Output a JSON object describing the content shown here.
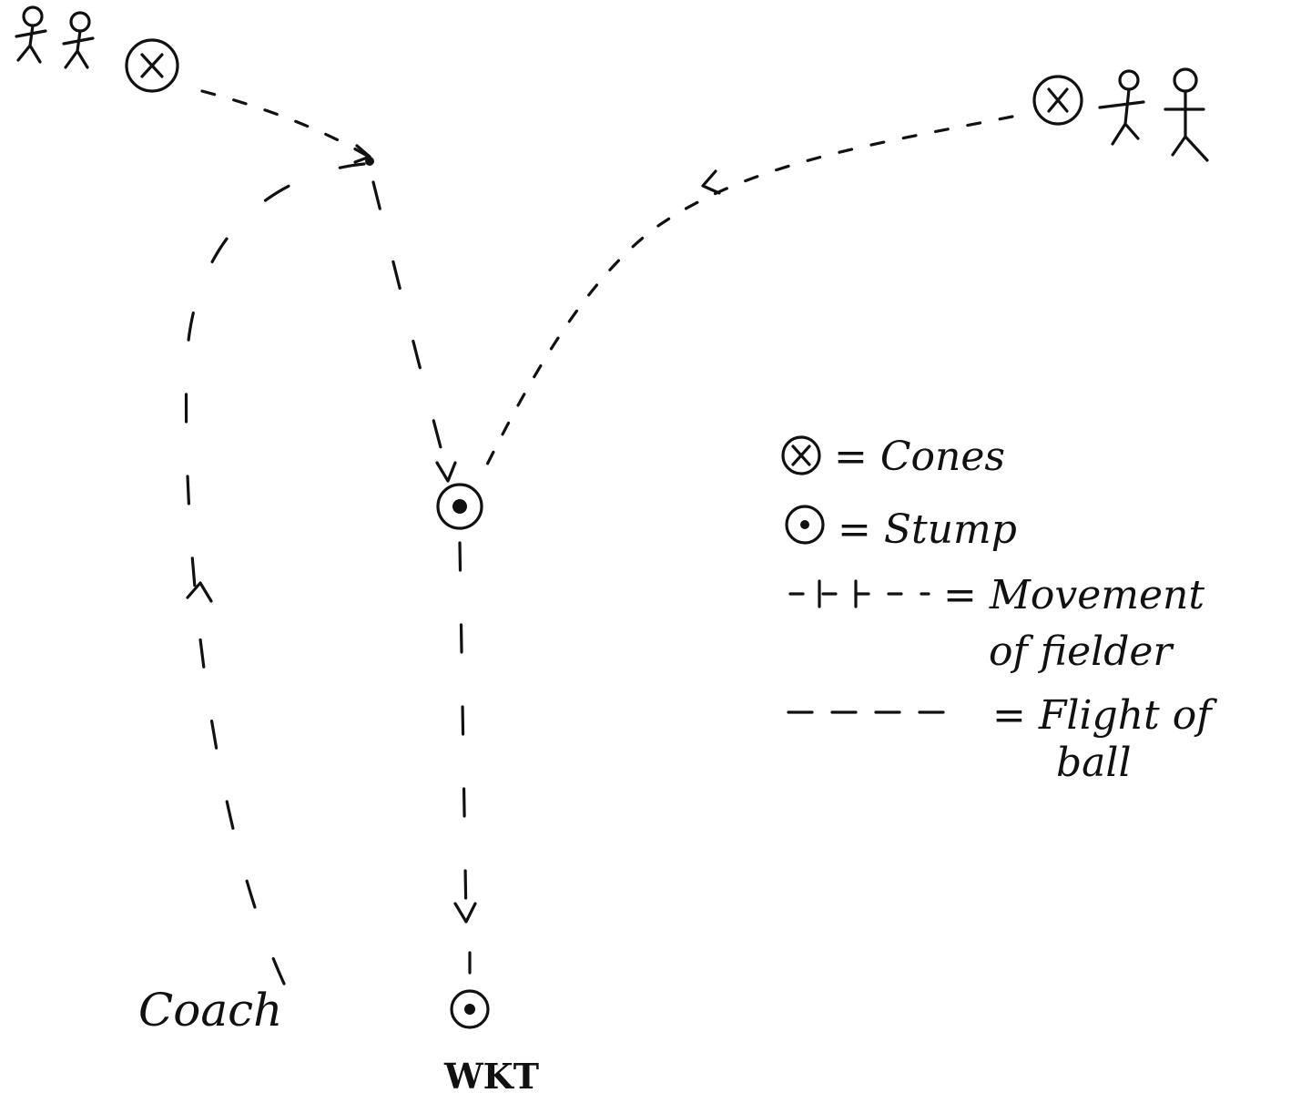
{
  "labels": {
    "coach": "Coach",
    "wicket": "WKT"
  },
  "legend": {
    "cones": "= Cones",
    "stump": "= Stump",
    "movement_line1": "= Movement",
    "movement_line2": "of fielder",
    "flight_line1": "= Flight of",
    "flight_line2": "ball"
  },
  "icons": {
    "cone": "circled-x-icon",
    "stump": "circled-dot-icon",
    "player": "stick-figure-icon"
  },
  "colors": {
    "ink": "#111111",
    "paper": "#ffffff"
  }
}
